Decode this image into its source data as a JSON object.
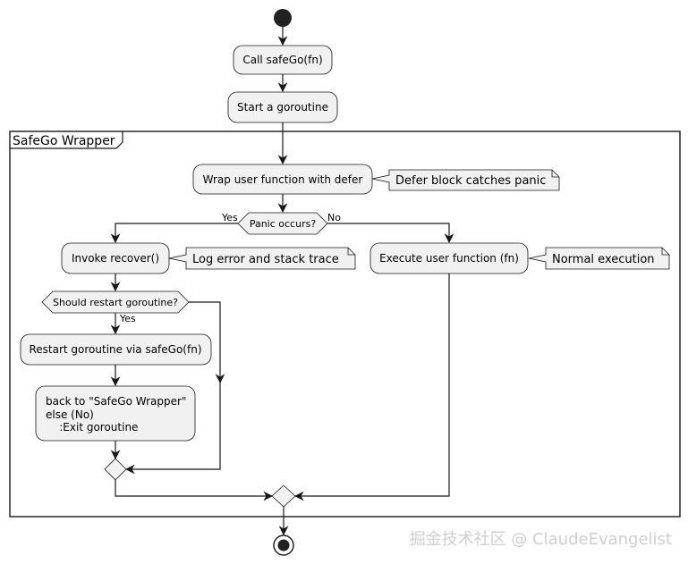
{
  "frame": {
    "title": "SafeGo Wrapper"
  },
  "nodes": {
    "call_safego": "Call safeGo(fn)",
    "start_goroutine": "Start a goroutine",
    "wrap_defer": "Wrap user function with defer",
    "panic_decision": "Panic occurs?",
    "invoke_recover": "Invoke recover()",
    "execute_user": "Execute user function (fn)",
    "restart_decision": "Should restart goroutine?",
    "restart_via_safego": "Restart goroutine via safeGo(fn)",
    "back_to_wrapper": [
      "back to \"SafeGo Wrapper\"",
      "else (No)",
      "    :Exit goroutine"
    ]
  },
  "notes": {
    "defer_note": "Defer block catches panic",
    "log_note": "Log error and stack trace",
    "normal_note": "Normal execution"
  },
  "guards": {
    "panic_yes": "Yes",
    "panic_no": "No",
    "restart_yes": "Yes"
  },
  "watermark": "掘金技术社区 @ ClaudeEvangelist",
  "colors": {
    "node_fill": "#f1f1f1",
    "stroke": "#181818",
    "watermark": "#cfcfcf"
  }
}
